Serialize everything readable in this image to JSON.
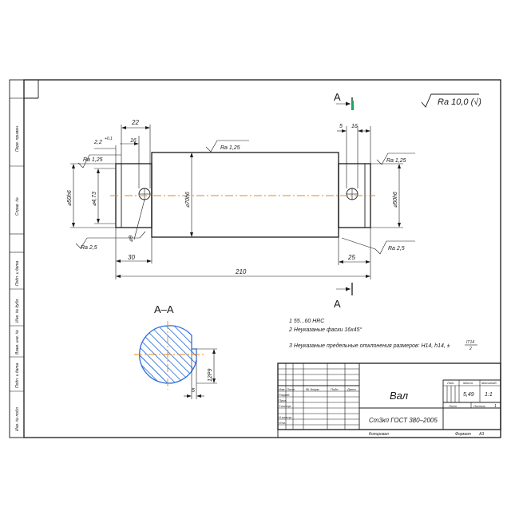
{
  "roughness_general": "Ra 10,0 (√)",
  "section_mark": "A",
  "section_title": "А–А",
  "roughness": {
    "left_end": "Ra 1,25",
    "middle": "Ra 1,25",
    "right_end": "Ra 1,25",
    "left_bottom": "Ra 2,5",
    "right_bottom": "Ra 2,5"
  },
  "dimensions": {
    "d22": "22",
    "d16_left": "16",
    "chamfer": "2,2",
    "chamfer_tol": "+0,1",
    "d5_top": "5",
    "d16_right": "16",
    "dia50_left": "⌀50h6",
    "dia473": "⌀4,73",
    "dia70": "⌀70h6",
    "dia50_right": "⌀50h6",
    "dia9": "⌀9",
    "d30": "30",
    "d25": "25",
    "d210": "210",
    "sec_width": "5",
    "sec_depth": "12P9"
  },
  "notes": [
    "1  55...60 HRC",
    "2  Неуказаные фаски 16х45°",
    "3  Неуказаные предельные отклонения размеров: H14, h14, ±"
  ],
  "note3_fraction": {
    "num": "IT14",
    "den": "2"
  },
  "side_labels": [
    "Перв. примен.",
    "Справ. №",
    "Подп. и дата",
    "Инв. № дубл.",
    "Взам. инв. №",
    "Подп. и дата",
    "Инв. № подл."
  ],
  "title_block": {
    "name": "Вал",
    "material": "Ст3кп ГОСТ 380–2005",
    "col_lit": "Лит.",
    "col_mass": "Масса",
    "col_scale": "Масштаб",
    "mass": "5,49",
    "scale": "1:1",
    "sheet_label": "Лист",
    "sheets_label": "Листов",
    "sheets_value": "1",
    "rows": [
      "Изм.",
      "Лист",
      "№ докум.",
      "Подп.",
      "Дата"
    ],
    "roles": [
      "Разраб.",
      "Пров.",
      "Т.контр.",
      "",
      "Н.контр.",
      "Утв."
    ],
    "copied": "Копировал",
    "format_label": "Формат",
    "format_value": "А3"
  }
}
